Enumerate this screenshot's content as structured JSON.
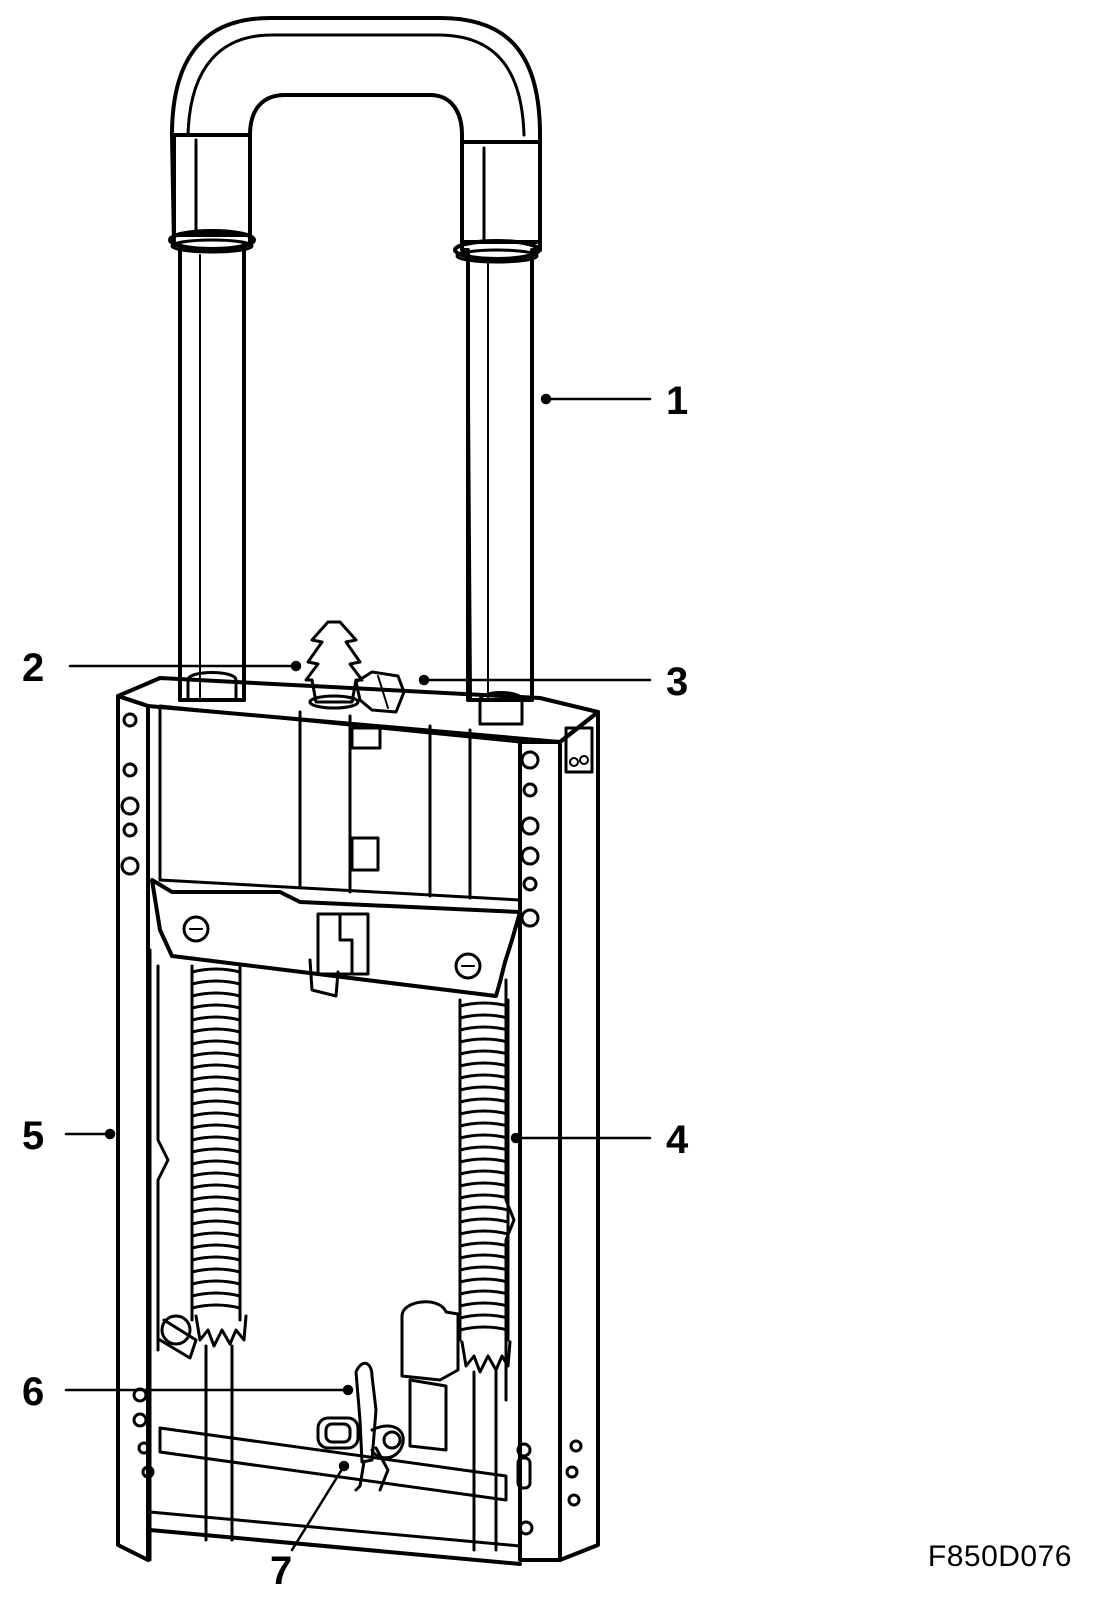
{
  "figure": {
    "code": "F850D076",
    "line_color": "#000000",
    "background": "#ffffff"
  },
  "callouts": [
    {
      "number": "1"
    },
    {
      "number": "2"
    },
    {
      "number": "3"
    },
    {
      "number": "4"
    },
    {
      "number": "5"
    },
    {
      "number": "6"
    },
    {
      "number": "7"
    }
  ]
}
